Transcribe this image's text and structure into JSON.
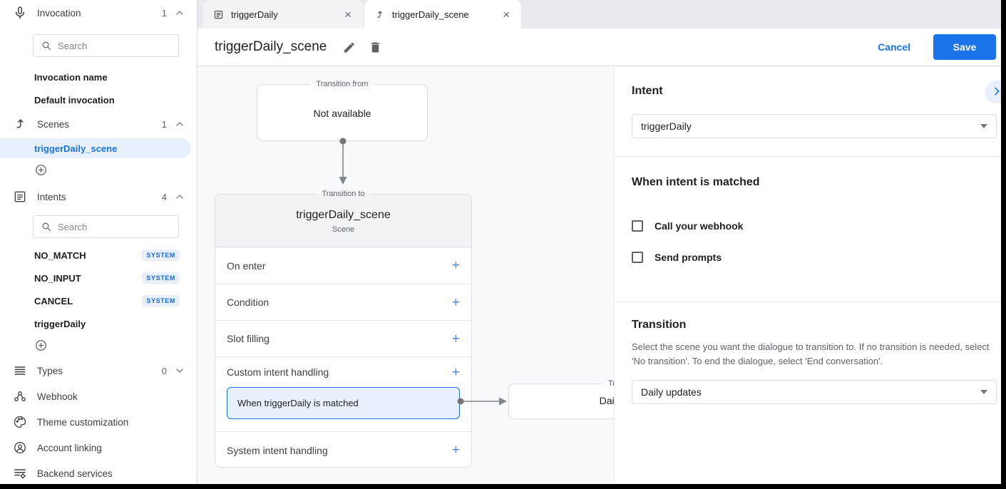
{
  "tabs": {
    "tab1": {
      "label": "triggerDaily"
    },
    "tab2": {
      "label": "triggerDaily_scene"
    }
  },
  "header": {
    "title": "triggerDaily_scene",
    "cancel": "Cancel",
    "save": "Save"
  },
  "sidebar": {
    "invocation_label": "Invocation",
    "invocation_count": "1",
    "invocation_search_placeholder": "Search",
    "invocation_items": [
      {
        "label": "Invocation name"
      },
      {
        "label": "Default invocation"
      }
    ],
    "scenes_label": "Scenes",
    "scenes_count": "1",
    "scene_selected": "triggerDaily_scene",
    "intents_label": "Intents",
    "intents_count": "4",
    "intents_search_placeholder": "Search",
    "intent_items": [
      {
        "label": "NO_MATCH",
        "badge": "SYSTEM"
      },
      {
        "label": "NO_INPUT",
        "badge": "SYSTEM"
      },
      {
        "label": "CANCEL",
        "badge": "SYSTEM"
      },
      {
        "label": "triggerDaily",
        "badge": ""
      }
    ],
    "types_label": "Types",
    "types_count": "0",
    "webhook_label": "Webhook",
    "theme_label": "Theme customization",
    "account_label": "Account linking",
    "backend_label": "Backend services"
  },
  "canvas": {
    "from_box": {
      "legend": "Transition from",
      "text": "Not available"
    },
    "scene_card": {
      "legend": "Transition to",
      "title": "triggerDaily_scene",
      "subtitle": "Scene",
      "rows": [
        {
          "label": "On enter"
        },
        {
          "label": "Condition"
        },
        {
          "label": "Slot filling"
        },
        {
          "label": "Custom intent handling"
        },
        {
          "label": "System intent handling"
        }
      ],
      "matched_item": "When triggerDaily is matched"
    },
    "target_card": {
      "legend": "Transition to",
      "text": "Daily updates"
    }
  },
  "panel": {
    "intent": {
      "heading": "Intent",
      "value": "triggerDaily"
    },
    "matched": {
      "heading": "When intent is matched",
      "checkbox1": "Call your webhook",
      "checkbox2": "Send prompts"
    },
    "transition": {
      "heading": "Transition",
      "description": "Select the scene you want the dialogue to transition to. If no transition is needed, select 'No transition'. To end the dialogue, select 'End conversation'.",
      "value": "Daily updates"
    }
  },
  "icons": {
    "add": "+",
    "close": "×"
  },
  "colors": {
    "accent": "#1a73e8",
    "plus": "#4285f4",
    "selected_bg": "#e8f0fe",
    "badge_bg": "#e8f0fe",
    "badge_text": "#1967d2",
    "canvas_bg": "#f8f9fa",
    "tab_strip": "#e8eaed"
  }
}
